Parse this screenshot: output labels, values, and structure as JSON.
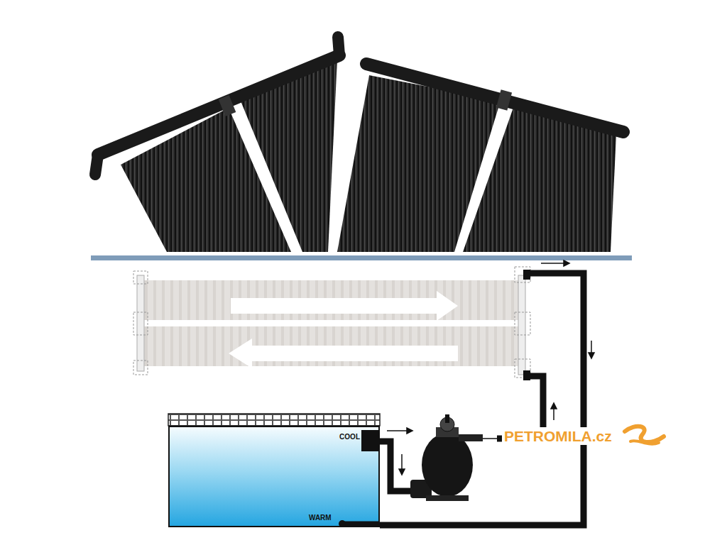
{
  "diagram": {
    "nodes": [
      {
        "text": [
          "COOL",
          "WARM"
        ]
      }
    ],
    "labels": [
      "PETROMILA.cz"
    ]
  }
}
